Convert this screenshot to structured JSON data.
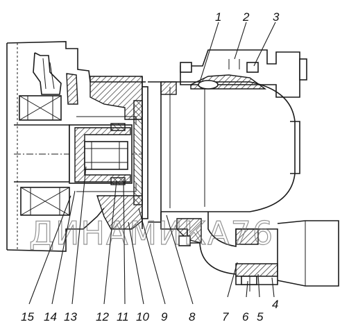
{
  "callouts": [
    {
      "id": "1",
      "label": "1"
    },
    {
      "id": "2",
      "label": "2"
    },
    {
      "id": "3",
      "label": "3"
    },
    {
      "id": "4",
      "label": "4"
    },
    {
      "id": "5",
      "label": "5"
    },
    {
      "id": "6",
      "label": "6"
    },
    {
      "id": "7",
      "label": "7"
    },
    {
      "id": "8",
      "label": "8"
    },
    {
      "id": "9",
      "label": "9"
    },
    {
      "id": "10",
      "label": "10"
    },
    {
      "id": "11",
      "label": "11"
    },
    {
      "id": "12",
      "label": "12"
    },
    {
      "id": "13",
      "label": "13"
    },
    {
      "id": "14",
      "label": "14"
    },
    {
      "id": "15",
      "label": "15"
    }
  ],
  "watermark": "ДИНАМИКА76",
  "colors": {
    "line": "#1a1a1a",
    "background": "#ffffff",
    "watermark": "#6f6f6f"
  }
}
